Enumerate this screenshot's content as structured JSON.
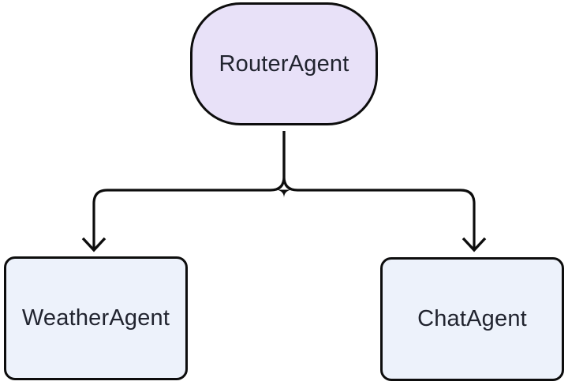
{
  "diagram": {
    "type": "flowchart",
    "direction": "top-down",
    "nodes": [
      {
        "id": "router",
        "label": "RouterAgent",
        "shape": "stadium",
        "fill": "#e8e1f8"
      },
      {
        "id": "weather",
        "label": "WeatherAgent",
        "shape": "rounded-rect",
        "fill": "#edf2fb"
      },
      {
        "id": "chat",
        "label": "ChatAgent",
        "shape": "rounded-rect",
        "fill": "#edf2fb"
      }
    ],
    "edges": [
      {
        "from": "RouterAgent",
        "to": "WeatherAgent",
        "arrowhead": "open-chevron"
      },
      {
        "from": "RouterAgent",
        "to": "ChatAgent",
        "arrowhead": "open-chevron"
      }
    ]
  },
  "colors": {
    "canvas-bg": "#ffffff",
    "stroke": "#0d0d0d",
    "router-fill": "#e8e1f8",
    "child-fill": "#edf2fb",
    "text": "#21242f"
  }
}
